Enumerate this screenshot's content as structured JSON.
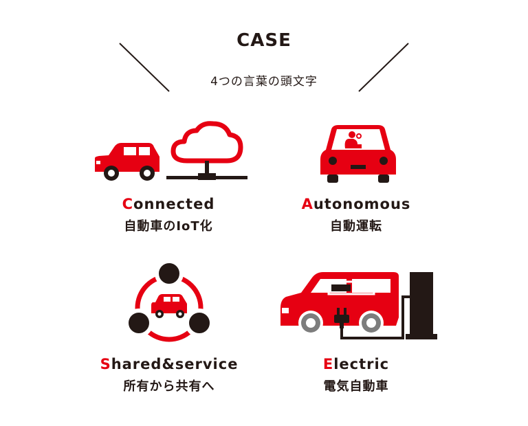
{
  "header": {
    "title": "CASE",
    "subtitle": "4つの言葉の頭文字"
  },
  "colors": {
    "accent": "#e60012",
    "dark": "#231815",
    "gray": "#7d7d7d"
  },
  "items": [
    {
      "initial": "C",
      "rest": "onnected",
      "ja": "自動車のIoT化",
      "icon": "car-cloud-network-icon"
    },
    {
      "initial": "A",
      "rest": "utonomous",
      "ja": "自動運転",
      "icon": "self-driving-car-icon"
    },
    {
      "initial": "S",
      "rest": "hared&service",
      "ja": "所有から共有へ",
      "icon": "shared-car-cycle-icon"
    },
    {
      "initial": "E",
      "rest": "lectric",
      "ja": "電気自動車",
      "icon": "electric-car-charger-icon"
    }
  ]
}
